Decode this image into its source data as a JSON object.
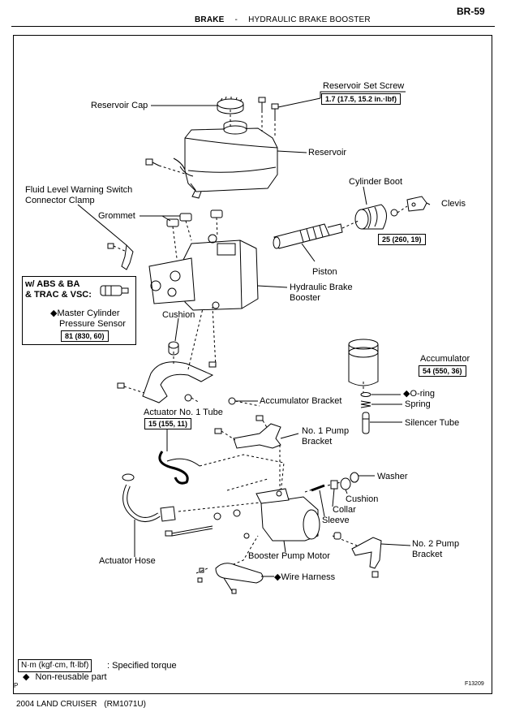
{
  "header": {
    "page_number": "BR-59",
    "section": "BRAKE",
    "separator": "-",
    "title": "HYDRAULIC BRAKE BOOSTER"
  },
  "labels": {
    "reservoir_set_screw": "Reservoir Set Screw",
    "reservoir_cap": "Reservoir Cap",
    "reservoir": "Reservoir",
    "fluid_level_warning": "Fluid Level Warning Switch",
    "connector_clamp": "Connector Clamp",
    "cylinder_boot": "Cylinder Boot",
    "clevis": "Clevis",
    "grommet": "Grommet",
    "piston": "Piston",
    "hydraulic_brake_booster_1": "Hydraulic Brake",
    "hydraulic_brake_booster_2": "Booster",
    "abs_line1": "w/ ABS & BA",
    "abs_line2": "& TRAC & VSC:",
    "master_cylinder_1": "Master Cylinder",
    "master_cylinder_2": "Pressure Sensor",
    "cushion_top": "Cushion",
    "accumulator": "Accumulator",
    "o_ring": "O-ring",
    "spring": "Spring",
    "accumulator_bracket": "Accumulator Bracket",
    "actuator_tube": "Actuator No. 1 Tube",
    "silencer_tube": "Silencer Tube",
    "no1_pump_bracket_1": "No. 1 Pump",
    "no1_pump_bracket_2": "Bracket",
    "washer": "Washer",
    "cushion_bottom": "Cushion",
    "collar": "Collar",
    "sleeve": "Sleeve",
    "no2_pump_bracket_1": "No. 2 Pump",
    "no2_pump_bracket_2": "Bracket",
    "actuator_hose": "Actuator Hose",
    "booster_pump_motor": "Booster Pump Motor",
    "wire_harness": "Wire Harness"
  },
  "torques": {
    "reservoir_set_screw": "1.7 (17.5, 15.2 in.·lbf)",
    "clevis": "25 (260, 19)",
    "pressure_sensor": "81 (830, 60)",
    "accumulator": "54 (550, 36)",
    "actuator_tube": "15 (155, 11)"
  },
  "legend": {
    "unit": "N·m (kgf·cm, ft·lbf)",
    "unit_desc": ": Specified torque",
    "nonreusable_symbol": "◆",
    "nonreusable_desc": "Non-reusable part",
    "p_mark": "P",
    "figure_id": "F13209"
  },
  "footer": {
    "model": "2004 LAND CRUISER",
    "code": "(RM1071U)"
  },
  "symbols": {
    "nonreusable": "◆"
  }
}
